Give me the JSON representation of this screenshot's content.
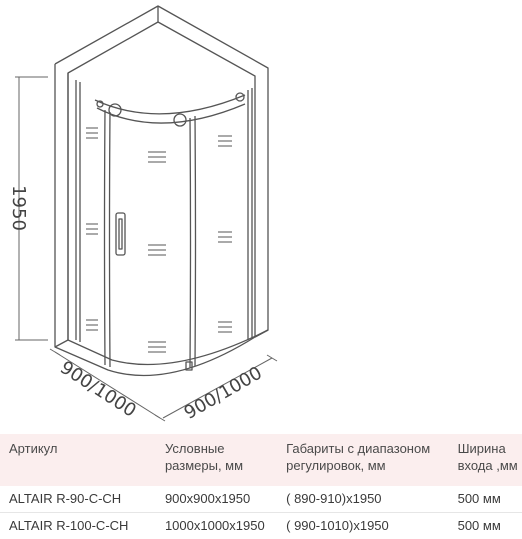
{
  "drawing": {
    "height_label": "1950",
    "width_label_left": "900/1000",
    "width_label_right": "900/1000"
  },
  "table": {
    "headers": [
      "Артикул",
      "Условные размеры, мм",
      "Габариты с диапазоном регулировок, мм",
      "Ширина входа ,мм"
    ],
    "header_lines": [
      [
        "Артикул"
      ],
      [
        "Условные",
        "размеры, мм"
      ],
      [
        "Габариты с диапазоном",
        "регулировок, мм"
      ],
      [
        "Ширина",
        "входа ,мм"
      ]
    ],
    "rows": [
      [
        "ALTAIR R-90-C-CH",
        "900x900x1950",
        "( 890-910)x1950",
        "500 мм"
      ],
      [
        "ALTAIR R-100-C-CH",
        "1000x1000x1950",
        "( 990-1010)x1950",
        "500 мм"
      ]
    ]
  }
}
